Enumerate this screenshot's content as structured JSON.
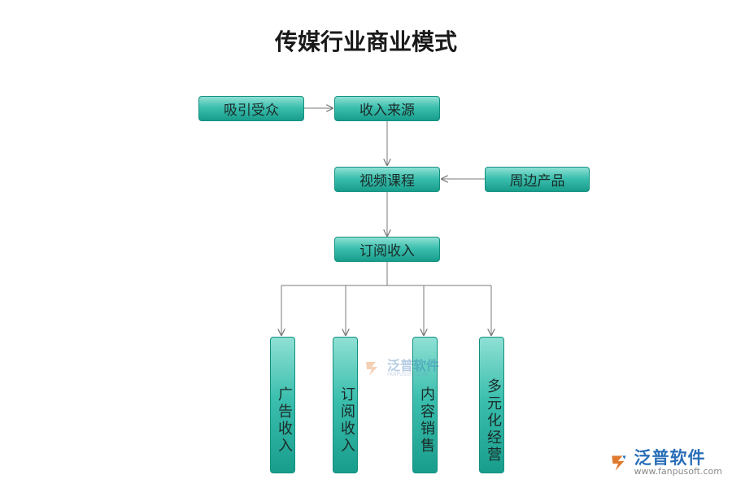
{
  "title": "传媒行业商业模式",
  "nodes": {
    "attract": "吸引受众",
    "income_source": "收入来源",
    "video_course": "视频课程",
    "merch": "周边产品",
    "subscription": "订阅收入",
    "ad_income": "广告收入",
    "sub_income": "订阅收入",
    "content_sales": "内容销售",
    "diversified": "多元化经营"
  },
  "watermark": {
    "cn": "泛普软件",
    "en": "FANPUSOFT.COM"
  },
  "brand": {
    "cn": "泛普软件",
    "en": "www.fanpusoft.com"
  },
  "colors": {
    "node_top": "#8fe0d4",
    "node_mid": "#3cbfae",
    "node_bottom": "#189c8b",
    "edge": "#7a7a7a",
    "brand": "#2a6fb8"
  }
}
